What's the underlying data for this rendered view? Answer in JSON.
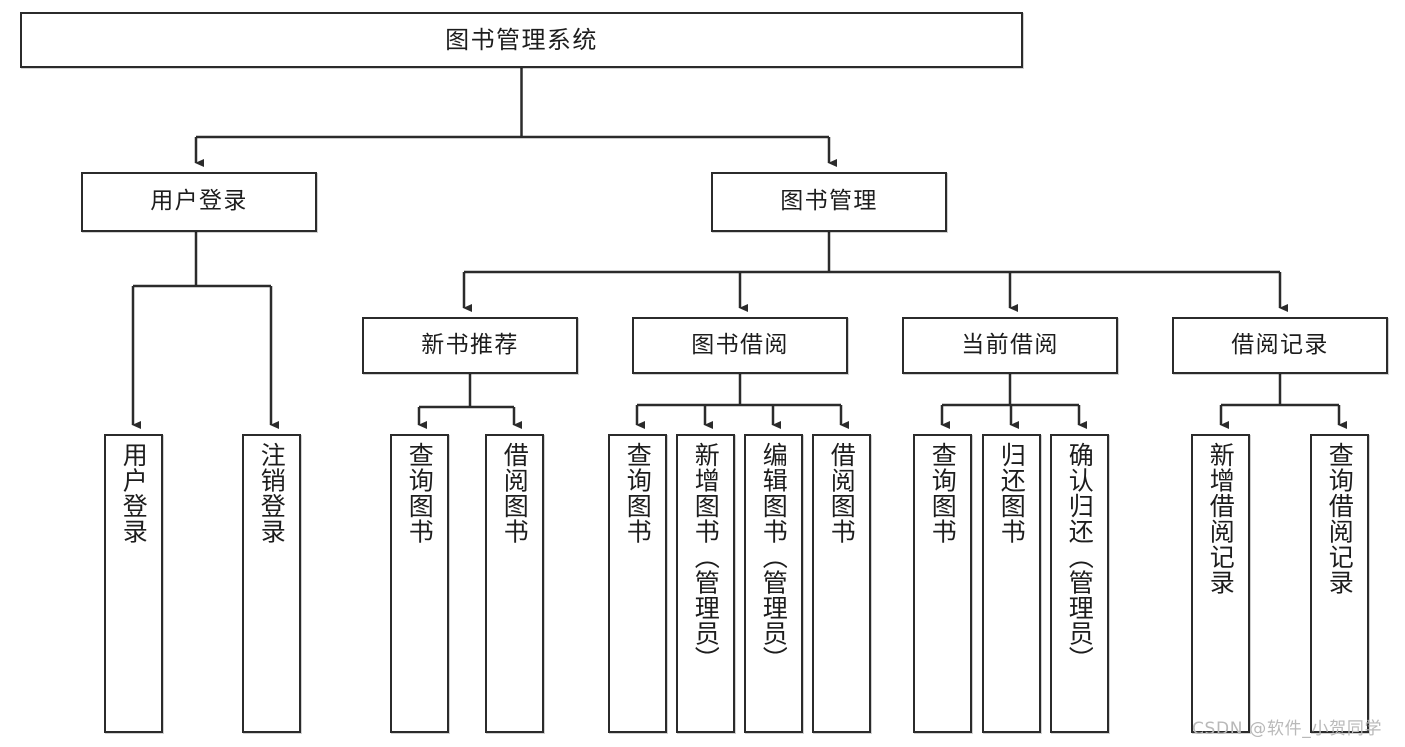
{
  "diagram": {
    "title": "图书管理系统",
    "type": "tree",
    "watermark": "CSDN @软件_小贺同学",
    "colors": {
      "box_border": "#2b2b2b",
      "box_fill": "#ffffff",
      "edge": "#2b2b2b",
      "text": "#1d1d1d",
      "watermark": "#b9b9b9",
      "background": "#ffffff"
    },
    "nodes": {
      "root": {
        "label": "图书管理系统"
      },
      "level2": [
        {
          "label": "用户登录"
        },
        {
          "label": "图书管理"
        }
      ],
      "level3": [
        {
          "label": "新书推荐"
        },
        {
          "label": "图书借阅"
        },
        {
          "label": "当前借阅"
        },
        {
          "label": "借阅记录"
        }
      ],
      "leaves": {
        "user_login": [
          {
            "label": "用户登录"
          },
          {
            "label": "注销登录"
          }
        ],
        "new_book_recommend": [
          {
            "label": "查询图书"
          },
          {
            "label": "借阅图书"
          }
        ],
        "book_borrow": [
          {
            "label": "查询图书"
          },
          {
            "label": "新增图书（管理员）"
          },
          {
            "label": "编辑图书（管理员）"
          },
          {
            "label": "借阅图书"
          }
        ],
        "current_borrow": [
          {
            "label": "查询图书"
          },
          {
            "label": "归还图书"
          },
          {
            "label": "确认归还（管理员）"
          }
        ],
        "borrow_record": [
          {
            "label": "新增借阅记录"
          },
          {
            "label": "查询借阅记录"
          }
        ]
      }
    }
  }
}
